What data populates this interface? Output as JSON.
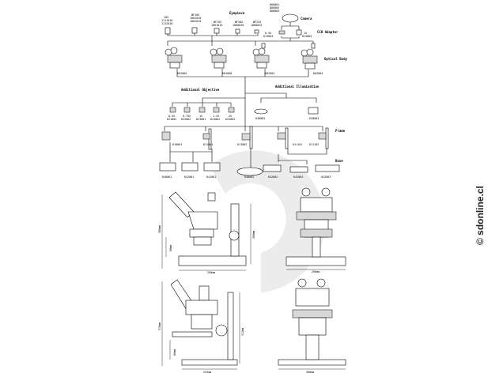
{
  "sections": {
    "eyepiece": "Eyepiece",
    "camera": "Camera",
    "ccd_adapter": "CCD Adapter",
    "optical_body": "Optical Body",
    "additional_objective": "Additional Objective",
    "additional_illumination": "Additional Illumination",
    "frame": "Frame",
    "base": "Base"
  },
  "eyepieces": [
    {
      "name": "10X",
      "codes": [
        "1111010",
        "1112010"
      ]
    },
    {
      "name": "WF10X",
      "codes": [
        "1061010",
        "1062010"
      ]
    },
    {
      "name": "WF15X",
      "codes": [
        "1061015"
      ]
    },
    {
      "name": "WF20X",
      "codes": [
        "1060020"
      ]
    },
    {
      "name": "WF25X",
      "codes": [
        "1060025"
      ]
    }
  ],
  "camera_codes": [
    "800001",
    "800002",
    "800003"
  ],
  "ccd_adapters": [
    {
      "name": "0.5X",
      "code": "813004"
    },
    {
      "name": "1X",
      "code": "813005"
    }
  ],
  "optical_bodies": [
    "601005",
    "601006",
    "602003",
    "602004"
  ],
  "objectives": [
    {
      "name": "0.5X",
      "code": "621002"
    },
    {
      "name": "0.75X",
      "code": "622002"
    },
    {
      "name": "1X",
      "code": "623001"
    },
    {
      "name": "1.5X",
      "code": "624002"
    },
    {
      "name": "2X",
      "code": "625002"
    }
  ],
  "illumination": [
    "630002",
    "630003"
  ],
  "frames": [
    "610001",
    "611001",
    "611002",
    "611101",
    "611102"
  ],
  "bases": [
    "640001",
    "642001",
    "641001",
    "640002",
    "642002",
    "642004",
    "642003"
  ],
  "dimensions": {
    "top_side": {
      "height": "380mm",
      "working": "80mm",
      "column": "300mm",
      "width": "290mm"
    },
    "top_front": {
      "width": "290mm"
    },
    "bottom_side": {
      "height": "370mm",
      "working": "60mm",
      "column": "312mm",
      "width": "253mm"
    },
    "bottom_front": {
      "width": "300mm"
    }
  },
  "watermark": "© sdonline.cl"
}
